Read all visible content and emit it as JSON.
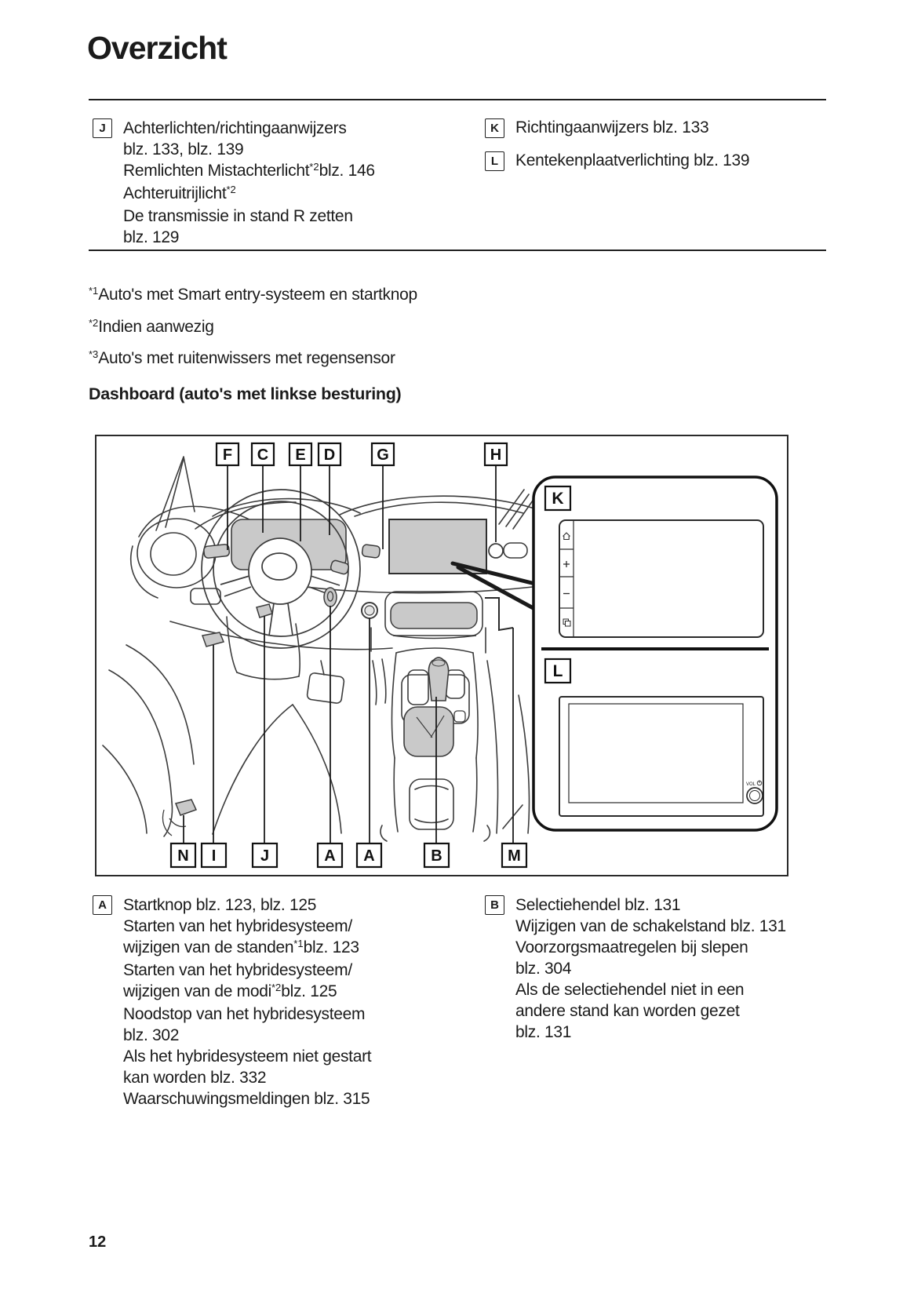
{
  "page": {
    "title": "Overzicht",
    "number": "12"
  },
  "top_list": {
    "left": {
      "marker": "J",
      "lines": [
        [
          {
            "t": "Achterlichten/richtingaanwijzers"
          }
        ],
        [
          {
            "t": "blz. 133, blz. 139"
          }
        ],
        [
          {
            "t": "Remlichten Mistachterlicht"
          },
          {
            "t": "*2",
            "s": true
          },
          {
            "t": "blz. 146"
          }
        ],
        [
          {
            "t": "Achteruitrijlicht"
          },
          {
            "t": "*2",
            "s": true
          }
        ],
        [
          {
            "t": "De transmissie in stand R zetten"
          }
        ],
        [
          {
            "t": "blz. 129"
          }
        ]
      ]
    },
    "right": [
      {
        "marker": "K",
        "text": "Richtingaanwijzers blz. 133"
      },
      {
        "marker": "L",
        "text": "Kentekenplaatverlichting blz. 139"
      }
    ]
  },
  "footnotes": [
    [
      {
        "t": "*1",
        "s": true
      },
      {
        "t": "Auto's met Smart entry-systeem en startknop"
      }
    ],
    [
      {
        "t": "*2",
        "s": true
      },
      {
        "t": "Indien aanwezig"
      }
    ],
    [
      {
        "t": "*3",
        "s": true
      },
      {
        "t": "Auto's met ruitenwissers met regensensor"
      }
    ]
  ],
  "section_heading": "Dashboard (auto's met linkse besturing)",
  "diagram": {
    "top_callouts": [
      "F",
      "C",
      "E",
      "D",
      "G",
      "H"
    ],
    "bottom_callouts": [
      "N",
      "I",
      "J",
      "A",
      "A",
      "B",
      "M"
    ],
    "panel_callouts": [
      "K",
      "L"
    ],
    "volume_label": "VOL"
  },
  "bottom_list": {
    "left": {
      "marker": "A",
      "lines": [
        [
          {
            "t": "Startknop blz. 123, blz. 125"
          }
        ],
        [
          {
            "t": "Starten van het hybridesysteem/"
          }
        ],
        [
          {
            "t": "wijzigen van de standen"
          },
          {
            "t": "*1",
            "s": true
          },
          {
            "t": "blz. 123"
          }
        ],
        [
          {
            "t": "Starten van het hybridesysteem/"
          }
        ],
        [
          {
            "t": "wijzigen van de modi"
          },
          {
            "t": "*2",
            "s": true
          },
          {
            "t": "blz. 125"
          }
        ],
        [
          {
            "t": "Noodstop van het hybridesysteem"
          }
        ],
        [
          {
            "t": "blz. 302"
          }
        ],
        [
          {
            "t": "Als het hybridesysteem niet gestart"
          }
        ],
        [
          {
            "t": "kan worden blz. 332"
          }
        ],
        [
          {
            "t": "Waarschuwingsmeldingen blz. 315"
          }
        ]
      ]
    },
    "right": {
      "marker": "B",
      "lines": [
        [
          {
            "t": "Selectiehendel blz. 131"
          }
        ],
        [
          {
            "t": "Wijzigen van de schakelstand blz. 131"
          }
        ],
        [
          {
            "t": "Voorzorgsmaatregelen bij slepen"
          }
        ],
        [
          {
            "t": "blz. 304"
          }
        ],
        [
          {
            "t": "Als de selectiehendel niet in een"
          }
        ],
        [
          {
            "t": "andere stand kan worden gezet"
          }
        ],
        [
          {
            "t": "blz. 131"
          }
        ]
      ]
    }
  }
}
